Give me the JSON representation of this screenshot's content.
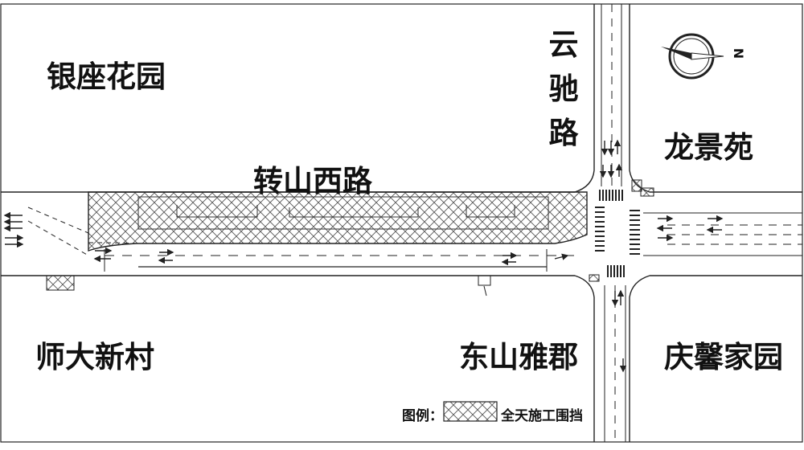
{
  "areas": {
    "yinzuo": "银座花园",
    "longjing": "龙景苑",
    "shida": "师大新村",
    "dongshan": "东山雅郡",
    "qingxin": "庆馨家园"
  },
  "roads": {
    "yunchi": "云驰路",
    "zhuanshan": "转山西路"
  },
  "compass": {
    "north_letter": "N"
  },
  "legend": {
    "prefix": "图例：",
    "item": "全天施工围挡"
  },
  "colors": {
    "line": "#222222",
    "hatch": "#555555",
    "background": "#ffffff"
  }
}
